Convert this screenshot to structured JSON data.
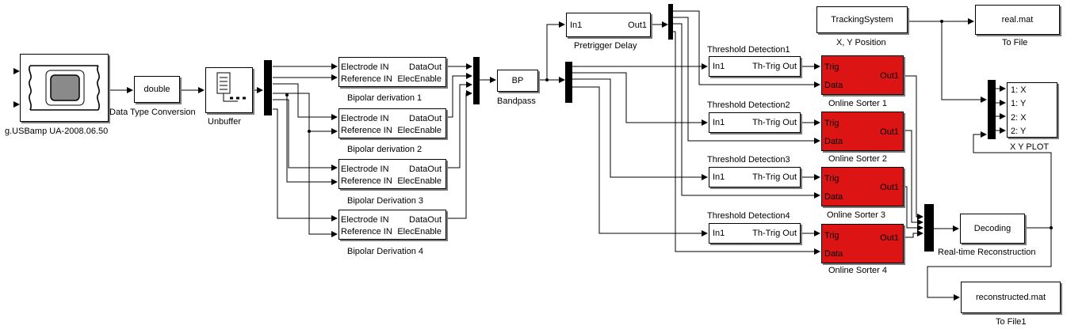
{
  "blocks": {
    "usbamp": {
      "caption": "g.USBamp UA-2008.06.50"
    },
    "dtc": {
      "label": "double",
      "caption": "Data Type Conversion"
    },
    "unbuffer": {
      "caption": "Unbuffer"
    },
    "bipolar": [
      {
        "in1": "Electrode IN",
        "in2": "Reference IN",
        "out1": "DataOut",
        "out2": "ElecEnable",
        "caption": "Bipolar derivation 1"
      },
      {
        "in1": "Electrode IN",
        "in2": "Reference IN",
        "out1": "DataOut",
        "out2": "ElecEnable",
        "caption": "Bipolar derivation 2"
      },
      {
        "in1": "Electrode IN",
        "in2": "Reference IN",
        "out1": "DataOut",
        "out2": "ElecEnable",
        "caption": "Bipolar Derivation 3"
      },
      {
        "in1": "Electrode IN",
        "in2": "Reference IN",
        "out1": "DataOut",
        "out2": "ElecEnable",
        "caption": "Bipolar Derivation 4"
      }
    ],
    "bandpass": {
      "label": "BP",
      "caption": "Bandpass"
    },
    "pretrigger": {
      "in": "In1",
      "out": "Out1",
      "caption": "Pretrigger Delay"
    },
    "threshold": [
      {
        "title": "Threshold Detection1",
        "in": "In1",
        "out": "Th-Trig Out"
      },
      {
        "title": "Threshold Detection2",
        "in": "In1",
        "out": "Th-Trig Out"
      },
      {
        "title": "Threshold Detection3",
        "in": "In1",
        "out": "Th-Trig Out"
      },
      {
        "title": "Threshold Detection4",
        "in": "In1",
        "out": "Th-Trig Out"
      }
    ],
    "sorter": [
      {
        "trig": "Trig",
        "data": "Data",
        "out": "Out1",
        "caption": "Online Sorter 1"
      },
      {
        "trig": "Trig",
        "data": "Data",
        "out": "Out1",
        "caption": "Online Sorter 2"
      },
      {
        "trig": "Trig",
        "data": "Data",
        "out": "Out1",
        "caption": "Online Sorter 3"
      },
      {
        "trig": "Trig",
        "data": "Data",
        "out": "Out1",
        "caption": "Online Sorter 4"
      }
    ],
    "tracking": {
      "label": "TrackingSystem",
      "caption": "X, Y Position"
    },
    "realmat": {
      "label": "real.mat",
      "caption": "To File"
    },
    "xyplot": {
      "ports": [
        "1: X",
        "1: Y",
        "2: X",
        "2: Y"
      ],
      "caption": "X Y PLOT"
    },
    "decoding": {
      "label": "Decoding",
      "caption": "Real-time Reconstruction"
    },
    "reconmat": {
      "label": "reconstructed.mat",
      "caption": "To File1"
    }
  },
  "colors": {
    "sorter_fill": "#dd1414",
    "wire": "#000000",
    "shadow": "#7a7a7a"
  }
}
